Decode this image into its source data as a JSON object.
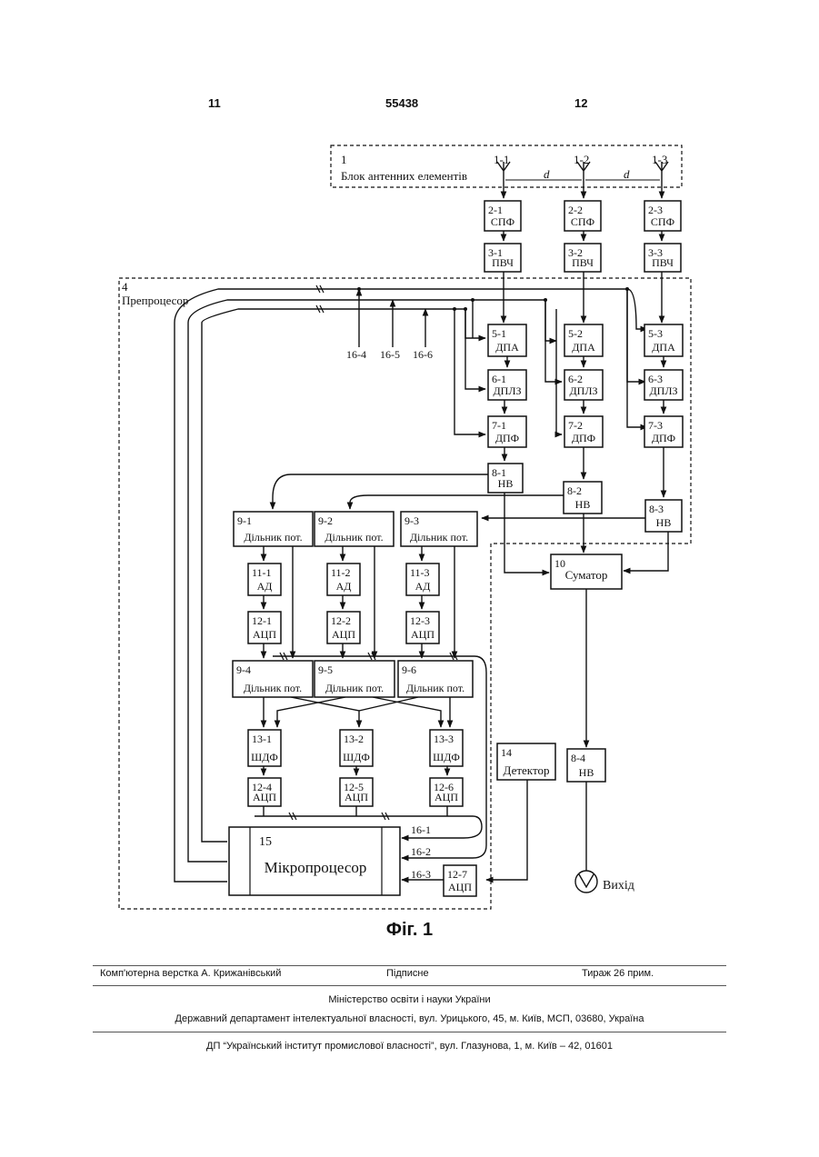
{
  "header": {
    "left_page": "11",
    "patent_no": "55438",
    "right_page": "12"
  },
  "diagram": {
    "antenna_block": {
      "number": "1",
      "label": "Блок антенних елементів",
      "elements": [
        "1-1",
        "1-2",
        "1-3"
      ],
      "spacing": "d"
    },
    "preprocessor": {
      "number": "4",
      "label": "Препроцесор"
    },
    "rows": {
      "spf": [
        {
          "id": "2-1",
          "name": "СПФ"
        },
        {
          "id": "2-2",
          "name": "СПФ"
        },
        {
          "id": "2-3",
          "name": "СПФ"
        }
      ],
      "pvch": [
        {
          "id": "3-1",
          "name": "ПВЧ"
        },
        {
          "id": "3-2",
          "name": "ПВЧ"
        },
        {
          "id": "3-3",
          "name": "ПВЧ"
        }
      ],
      "dpa": [
        {
          "id": "5-1",
          "name": "ДПА"
        },
        {
          "id": "5-2",
          "name": "ДПА"
        },
        {
          "id": "5-3",
          "name": "ДПА"
        }
      ],
      "dplz": [
        {
          "id": "6-1",
          "name": "ДПЛЗ"
        },
        {
          "id": "6-2",
          "name": "ДПЛЗ"
        },
        {
          "id": "6-3",
          "name": "ДПЛЗ"
        }
      ],
      "dpf": [
        {
          "id": "7-1",
          "name": "ДПФ"
        },
        {
          "id": "7-2",
          "name": "ДПФ"
        },
        {
          "id": "7-3",
          "name": "ДПФ"
        }
      ],
      "nv": [
        {
          "id": "8-1",
          "name": "НВ"
        },
        {
          "id": "8-2",
          "name": "НВ"
        },
        {
          "id": "8-3",
          "name": "НВ"
        }
      ],
      "div_top": [
        {
          "id": "9-1",
          "name": "Дільник пот."
        },
        {
          "id": "9-2",
          "name": "Дільник пот."
        },
        {
          "id": "9-3",
          "name": "Дільник пот."
        }
      ],
      "ad": [
        {
          "id": "11-1",
          "name": "АД"
        },
        {
          "id": "11-2",
          "name": "АД"
        },
        {
          "id": "11-3",
          "name": "АД"
        }
      ],
      "adc_top": [
        {
          "id": "12-1",
          "name": "АЦП"
        },
        {
          "id": "12-2",
          "name": "АЦП"
        },
        {
          "id": "12-3",
          "name": "АЦП"
        }
      ],
      "div_bottom": [
        {
          "id": "9-4",
          "name": "Дільник пот."
        },
        {
          "id": "9-5",
          "name": "Дільник пот."
        },
        {
          "id": "9-6",
          "name": "Дільник пот."
        }
      ],
      "shdf": [
        {
          "id": "13-1",
          "name": "ШДФ"
        },
        {
          "id": "13-2",
          "name": "ШДФ"
        },
        {
          "id": "13-3",
          "name": "ШДФ"
        }
      ],
      "adc_bottom": [
        {
          "id": "12-4",
          "name": "АЦП"
        },
        {
          "id": "12-5",
          "name": "АЦП"
        },
        {
          "id": "12-6",
          "name": "АЦП"
        }
      ]
    },
    "summator": {
      "id": "10",
      "name": "Суматор"
    },
    "nv4": {
      "id": "8-4",
      "name": "НВ"
    },
    "detector": {
      "id": "14",
      "name": "Детектор"
    },
    "adc7": {
      "id": "12-7",
      "name": "АЦП"
    },
    "microprocessor": {
      "id": "15",
      "name": "Мікропроцесор"
    },
    "buses": [
      "16-1",
      "16-2",
      "16-3",
      "16-4",
      "16-5",
      "16-6"
    ],
    "output": "Вихід"
  },
  "figure_caption": "Фіг. 1",
  "footer": {
    "layout": "Комп'ютерна верстка А. Крижанівський",
    "signed": "Підписне",
    "circulation": "Тираж 26 прим.",
    "ministry": "Міністерство освіти і науки України",
    "department": "Державний департамент інтелектуальної власності, вул. Урицького, 45, м. Київ, МСП, 03680, Україна",
    "institute": "ДП “Український інститут промислової власності”, вул. Глазунова, 1, м. Київ – 42, 01601"
  }
}
